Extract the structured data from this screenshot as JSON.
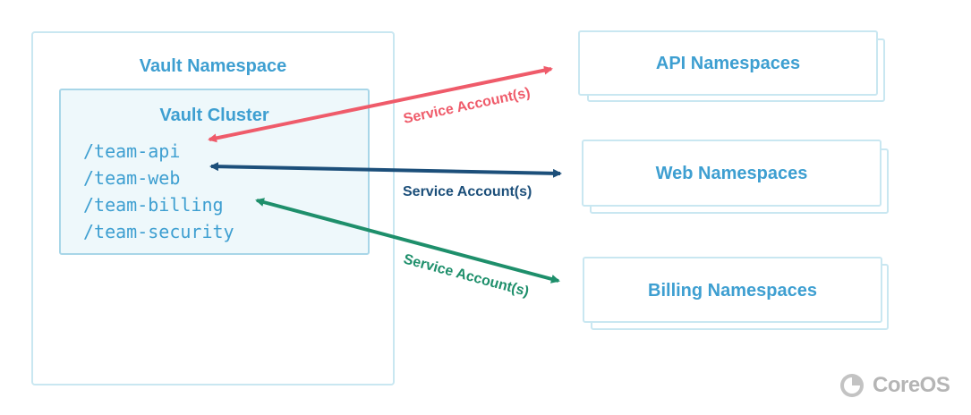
{
  "vault_namespace": {
    "title": "Vault Namespace"
  },
  "vault_cluster": {
    "title": "Vault Cluster",
    "paths": [
      "/team-api",
      "/team-web",
      "/team-billing",
      "/team-security"
    ]
  },
  "namespaces": [
    {
      "label": "API Namespaces"
    },
    {
      "label": "Web Namespaces"
    },
    {
      "label": "Billing Namespaces"
    }
  ],
  "connections": [
    {
      "label": "Service Account(s)",
      "from": "/team-api",
      "to": "API Namespaces",
      "color": "#ef5b6a"
    },
    {
      "label": "Service Account(s)",
      "from": "/team-web",
      "to": "Web Namespaces",
      "color": "#1c4f7a"
    },
    {
      "label": "Service Account(s)",
      "from": "/team-billing",
      "to": "Billing Namespaces",
      "color": "#1e8f6b"
    }
  ],
  "logo": {
    "text": "CoreOS"
  },
  "colors": {
    "accent": "#3e9fd1",
    "border": "#c9e7f1",
    "cluster_bg": "#eef8fb"
  }
}
